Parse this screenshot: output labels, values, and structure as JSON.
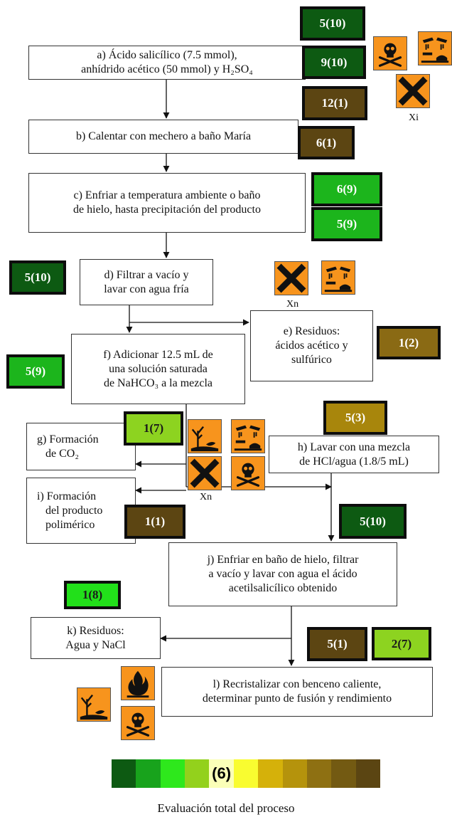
{
  "steps": {
    "a": {
      "line1": "a) Ácido salicílico (7.5 mmol),",
      "line2": "anhídrido acético (50 mmol) y H₂SO₄"
    },
    "b": {
      "line1": "b) Calentar con mechero a baño María"
    },
    "c": {
      "line1": "c) Enfriar a temperatura ambiente o baño",
      "line2": "de hielo, hasta precipitación del producto"
    },
    "d": {
      "line1": "d) Filtrar a vacío y",
      "line2": "lavar con agua fría"
    },
    "e": {
      "line1": "e) Residuos:",
      "line2": "ácidos acético y",
      "line3": "sulfúrico"
    },
    "f": {
      "line1": "f) Adicionar 12.5 mL de",
      "line2": "una solución saturada",
      "line3": "de NaHCO₃ a la mezcla"
    },
    "g": {
      "line1": "g) Formación",
      "line2": "de CO₂"
    },
    "h": {
      "line1": "h) Lavar con una mezcla",
      "line2": "de HCl/agua (1.8/5 mL)"
    },
    "i": {
      "line1": "i) Formación",
      "line2": "del producto",
      "line3": "polimérico"
    },
    "j": {
      "line1": "j) Enfriar en baño de hielo, filtrar",
      "line2": "a vacío y lavar con agua el ácido",
      "line3": "acetilsalicílico obtenido"
    },
    "k": {
      "line1": "k) Residuos:",
      "line2": "Agua y NaCl"
    },
    "l": {
      "line1": "l) Recristalizar con benceno caliente,",
      "line2": "determinar punto de fusión y rendimiento"
    }
  },
  "badges": {
    "a1": {
      "label": "5(10)",
      "color": "#0d5a12"
    },
    "a2": {
      "label": "9(10)",
      "color": "#0d5a12"
    },
    "a3": {
      "label": "12(1)",
      "color": "#5c4512"
    },
    "b1": {
      "label": "6(1)",
      "color": "#5c4512"
    },
    "c1": {
      "label": "6(9)",
      "color": "#1cb51c"
    },
    "c2": {
      "label": "5(9)",
      "color": "#1cb51c"
    },
    "d1": {
      "label": "5(10)",
      "color": "#0d5a12"
    },
    "e1": {
      "label": "1(2)",
      "color": "#8a6a14"
    },
    "f1": {
      "label": "5(9)",
      "color": "#1cb51c"
    },
    "g1": {
      "label": "1(7)",
      "color": "#8dd320"
    },
    "h1": {
      "label": "5(3)",
      "color": "#a8860c"
    },
    "i1": {
      "label": "1(1)",
      "color": "#5c4512"
    },
    "j1": {
      "label": "5(10)",
      "color": "#0d5a12"
    },
    "k1": {
      "label": "1(8)",
      "color": "#22e01a"
    },
    "l1": {
      "label": "5(1)",
      "color": "#5c4512"
    },
    "l2": {
      "label": "2(7)",
      "color": "#8dd320"
    }
  },
  "hazard_labels": {
    "xi": "Xi",
    "xn1": "Xn",
    "xn2": "Xn"
  },
  "scale": {
    "colors": [
      "#0d5a12",
      "#18a31c",
      "#2ee81c",
      "#93d11c",
      "#f9fc30",
      "#d5b10a",
      "#b5930c",
      "#8e7012",
      "#735a12",
      "#5b4512"
    ],
    "selected_index": 4,
    "selected_label": "(6)",
    "selected_bg": "#fbffb8",
    "caption": "Evaluación total del proceso"
  }
}
